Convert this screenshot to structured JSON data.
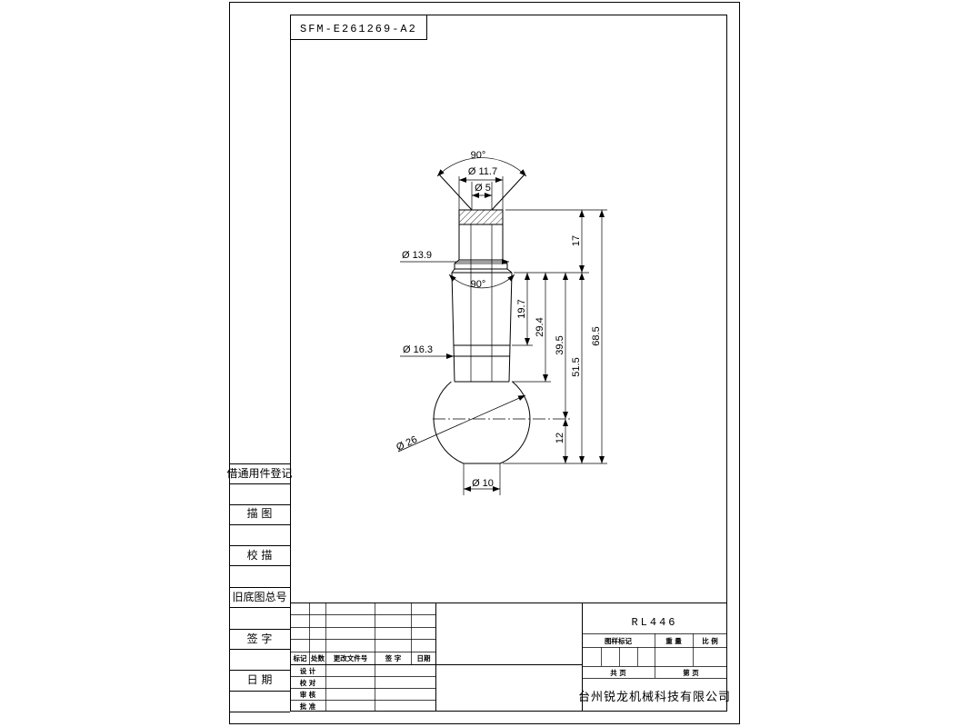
{
  "drawing_number": "SFM-E261269-A2",
  "dimensions": {
    "top_angle": "90°",
    "dia_11_7": "Ø 11.7",
    "dia_5": "Ø 5",
    "dia_13_9": "Ø 13.9",
    "collar_angle": "90°",
    "dia_16_3": "Ø 16.3",
    "dia_26": "Ø 26",
    "dia_10": "Ø 10",
    "len_17": "17",
    "len_19_7": "19.7",
    "len_29_4": "29.4",
    "len_39_5": "39.5",
    "len_51_5": "51.5",
    "len_68_5": "68.5",
    "len_12": "12"
  },
  "side_column": [
    "借通用件登记",
    "描  图",
    "校  描",
    "旧底图总号",
    "签  字",
    "日  期"
  ],
  "title_block": {
    "revision_headers": [
      "标记",
      "处数",
      "更改文件号",
      "签  字",
      "日期"
    ],
    "approval_rows": [
      "设  计",
      "校  对",
      "审  核",
      "批  准"
    ],
    "part_name": "RL446",
    "sample_mark": "图样标记",
    "weight": "重  量",
    "scale": "比  例",
    "total_sheets": "共     页",
    "sheet_no": "第     页",
    "company": "台州锐龙机械科技有限公司"
  }
}
